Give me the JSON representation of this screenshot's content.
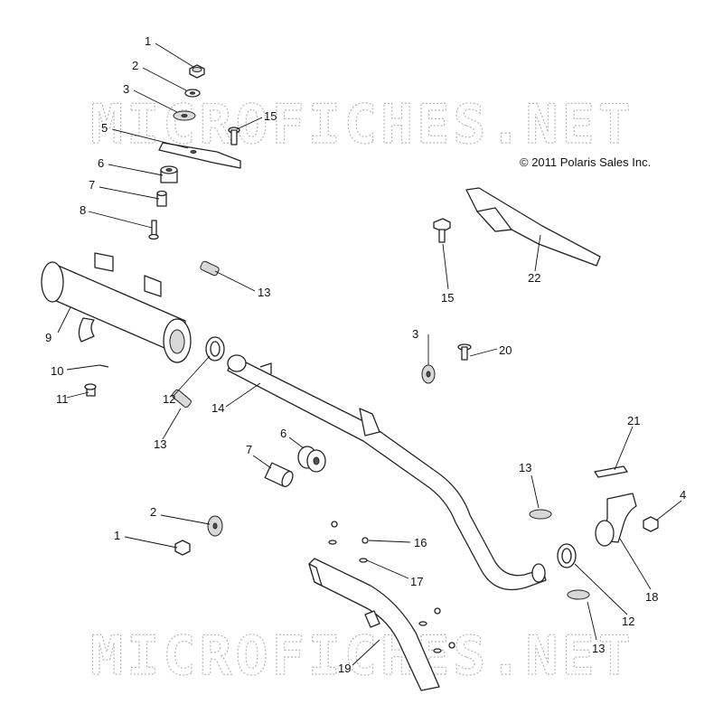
{
  "copyright": "© 2011 Polaris Sales Inc.",
  "watermark": "MICROFICHES.NET",
  "callouts": {
    "c1a": "1",
    "c2a": "2",
    "c3a": "3",
    "c15a": "15",
    "c5": "5",
    "c6a": "6",
    "c7a": "7",
    "c8": "8",
    "c13a": "13",
    "c9": "9",
    "c10": "10",
    "c11": "11",
    "c12a": "12",
    "c13b": "13",
    "c14": "14",
    "c3b": "3",
    "c20": "20",
    "c15b": "15",
    "c22": "22",
    "c7b": "7",
    "c6b": "6",
    "c13c": "13",
    "c21": "21",
    "c4": "4",
    "c2b": "2",
    "c1b": "1",
    "c16": "16",
    "c17": "17",
    "c18": "18",
    "c12b": "12",
    "c13d": "13",
    "c19": "19"
  }
}
